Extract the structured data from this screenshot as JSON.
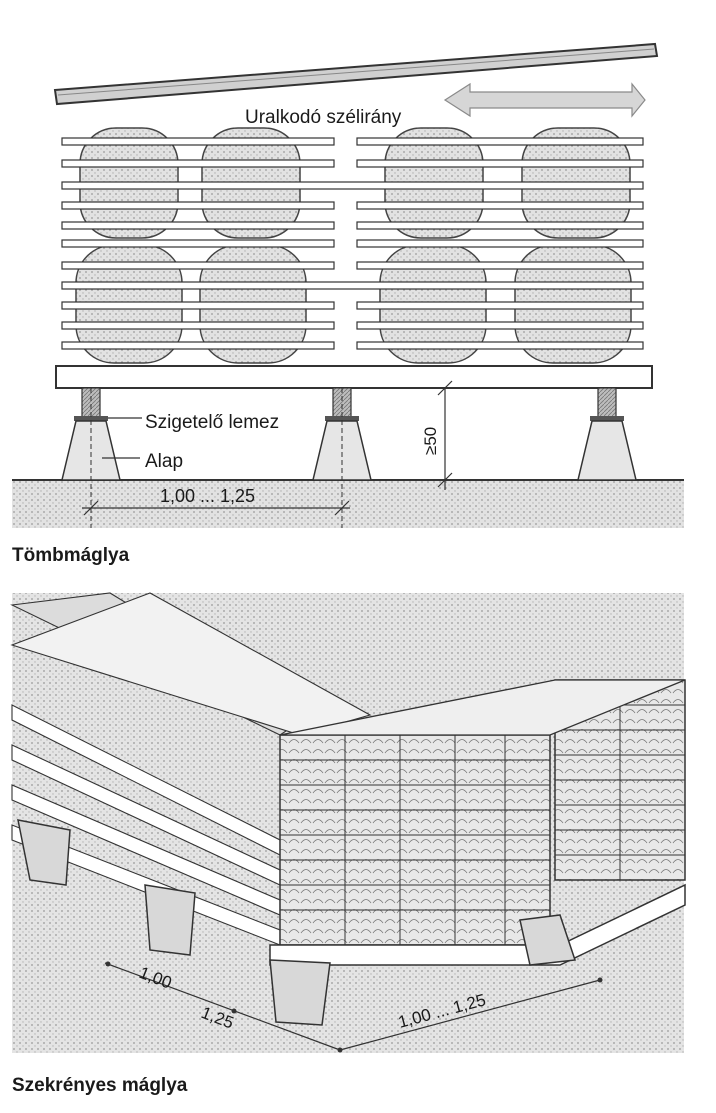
{
  "figure1": {
    "wind_label": "Uralkodó szélirány",
    "insulation_label": "Szigetelő lemez",
    "base_label": "Alap",
    "height_label": "≥50",
    "span_label": "1,00 ... 1,25",
    "caption": "Tömbmáglya"
  },
  "figure2": {
    "dim_left_a": "1,00",
    "dim_left_b": "1,25",
    "dim_right": "1,00 ... 1,25",
    "caption": "Szekrényes máglya"
  }
}
